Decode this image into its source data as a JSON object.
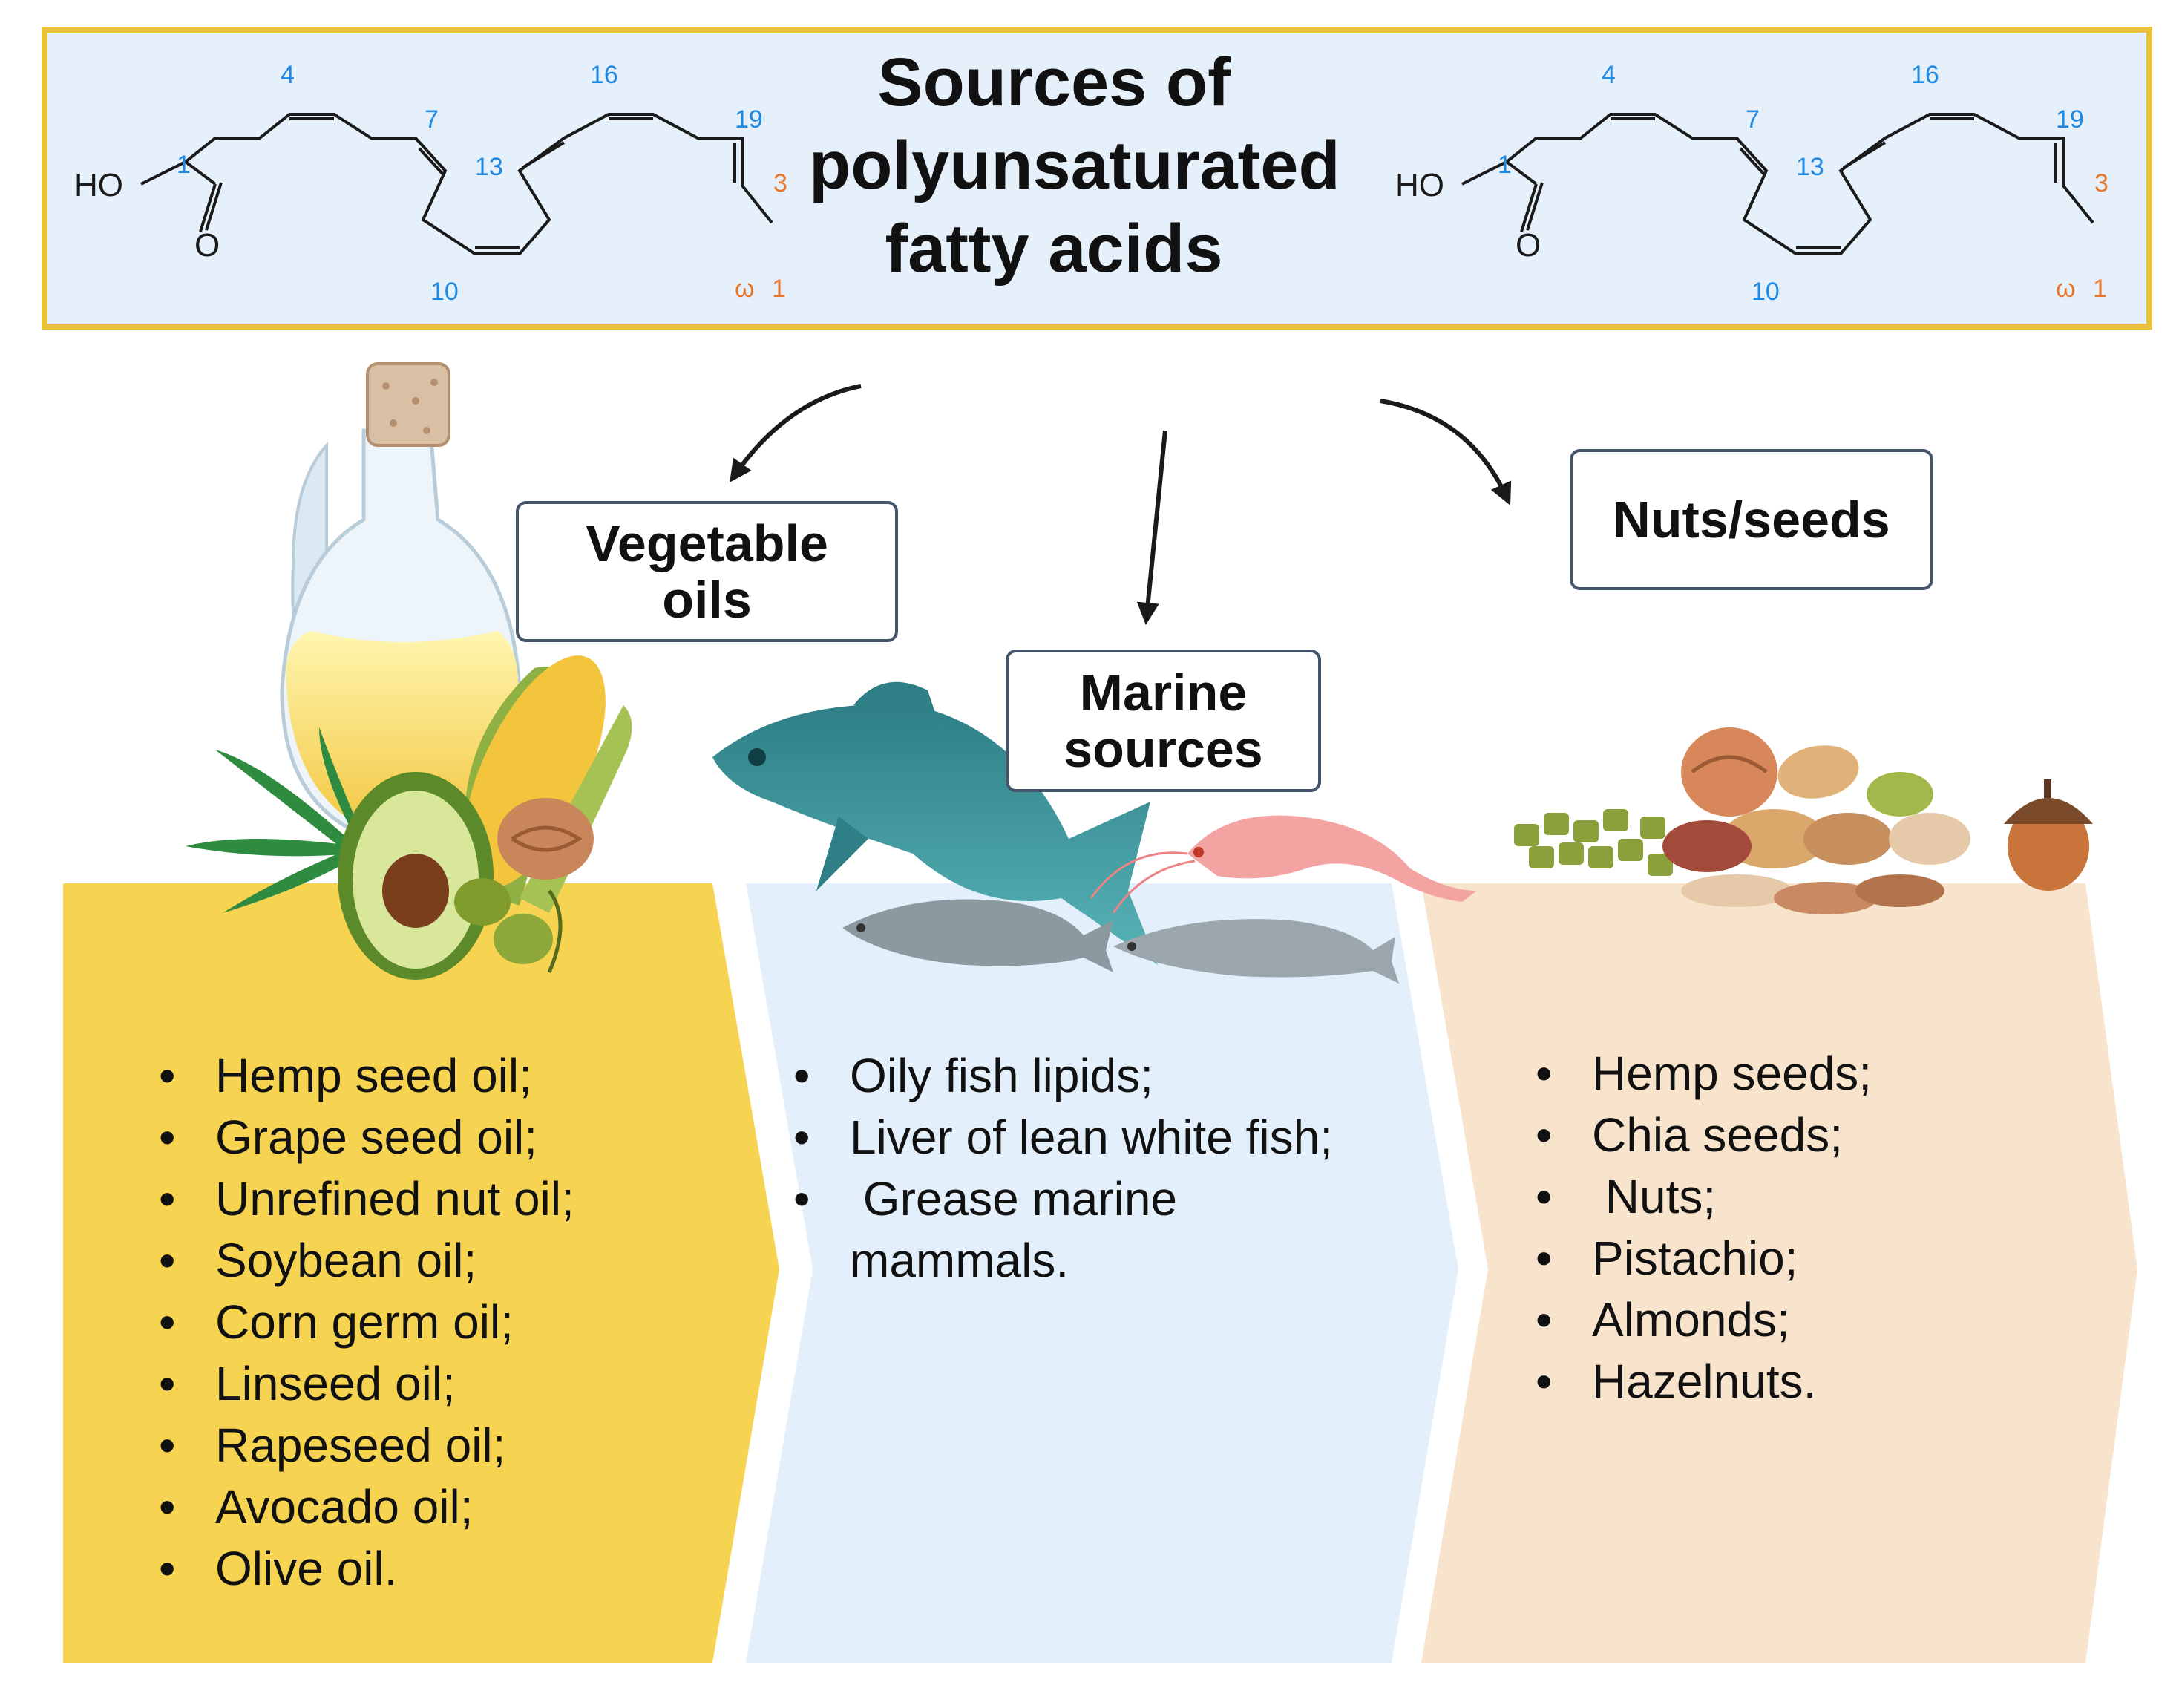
{
  "title": {
    "lines": [
      "Sources of",
      "polyunsaturated",
      "fatty acids"
    ]
  },
  "molecule": {
    "ho_label": "HO",
    "o_label": "O",
    "carbon_numbers": [
      "1",
      "4",
      "7",
      "10",
      "13",
      "16",
      "19"
    ],
    "omega_numbers": [
      "3",
      "1"
    ],
    "omega_symbol": "ω",
    "number_color": "#1e88e5",
    "omega_color": "#e8772e"
  },
  "categories": [
    {
      "label_lines": [
        "Vegetable",
        "oils"
      ],
      "color": "#f6d452",
      "items": [
        "Hemp seed oil;",
        "Grape seed oil;",
        "Unrefined nut oil;",
        "Soybean oil;",
        "Corn germ oil;",
        "Linseed oil;",
        "Rapeseed oil;",
        "Avocado oil;",
        "Olive oil."
      ]
    },
    {
      "label_lines": [
        "Marine",
        "sources"
      ],
      "color": "#e3f0fb",
      "items": [
        "Oily fish lipids;",
        " Liver of lean white fish;",
        " Grease marine"
      ],
      "item_continuation": "mammals."
    },
    {
      "label_lines": [
        "Nuts/seeds"
      ],
      "color": "#f8e3cc",
      "items": [
        "Hemp seeds;",
        "Chia seeds;",
        " Nuts;",
        "Pistachio;",
        "Almonds;",
        "Hazelnuts."
      ]
    }
  ],
  "colors": {
    "title_border": "#e8c23a",
    "title_bg": "#e6f0fb",
    "label_border": "#44546a",
    "arrow": "#1a1a1a"
  },
  "icons": [
    "oil-bottle-icon",
    "corn-icon",
    "avocado-icon",
    "hemp-leaf-icon",
    "walnut-icon",
    "olives-icon",
    "fish-icon",
    "shrimp-icon",
    "nuts-pile-icon",
    "acorn-icon",
    "pumpkin-seeds-icon"
  ]
}
